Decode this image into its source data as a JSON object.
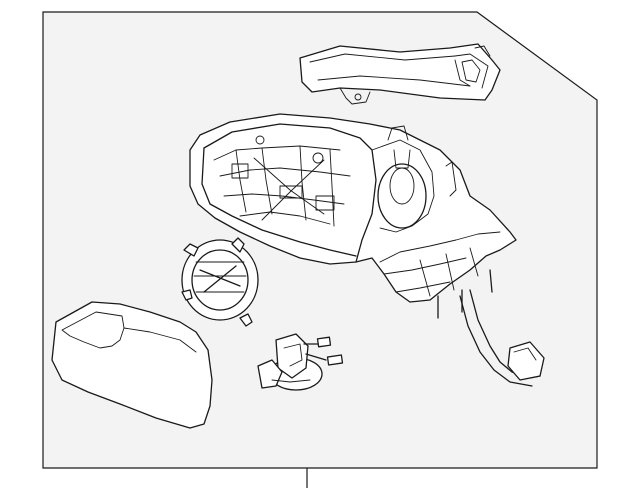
{
  "diagram": {
    "style": "exploded parts illustration, line art",
    "background_color": "#f3f3f3",
    "line_color": "#1a1a1a",
    "parts": [
      "mirror-glass",
      "glass-motor-ring",
      "power-actuator-with-connectors",
      "mirror-housing-assembly",
      "turn-signal-cover",
      "wiring-harness"
    ]
  }
}
